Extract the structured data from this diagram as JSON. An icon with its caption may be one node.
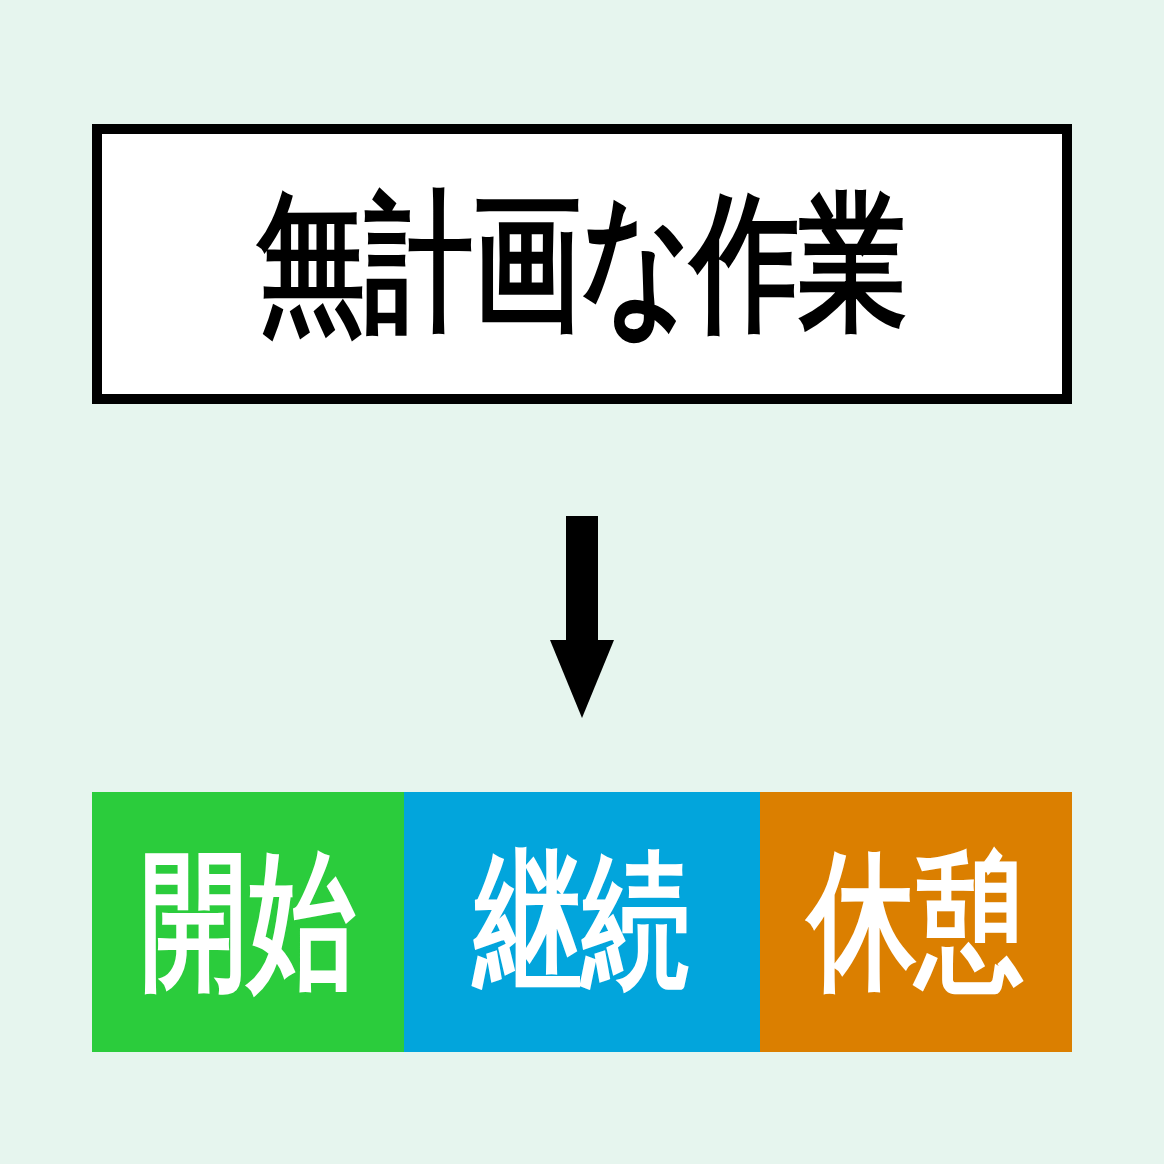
{
  "diagram": {
    "nodes": [
      {
        "text": [
          "無計画な作業"
        ]
      },
      {
        "text": [
          "開始"
        ]
      },
      {
        "text": [
          "継続"
        ]
      },
      {
        "text": [
          "休憩"
        ]
      }
    ],
    "edges": [
      {
        "from": 0,
        "to": 2,
        "arrow": "to"
      }
    ]
  }
}
